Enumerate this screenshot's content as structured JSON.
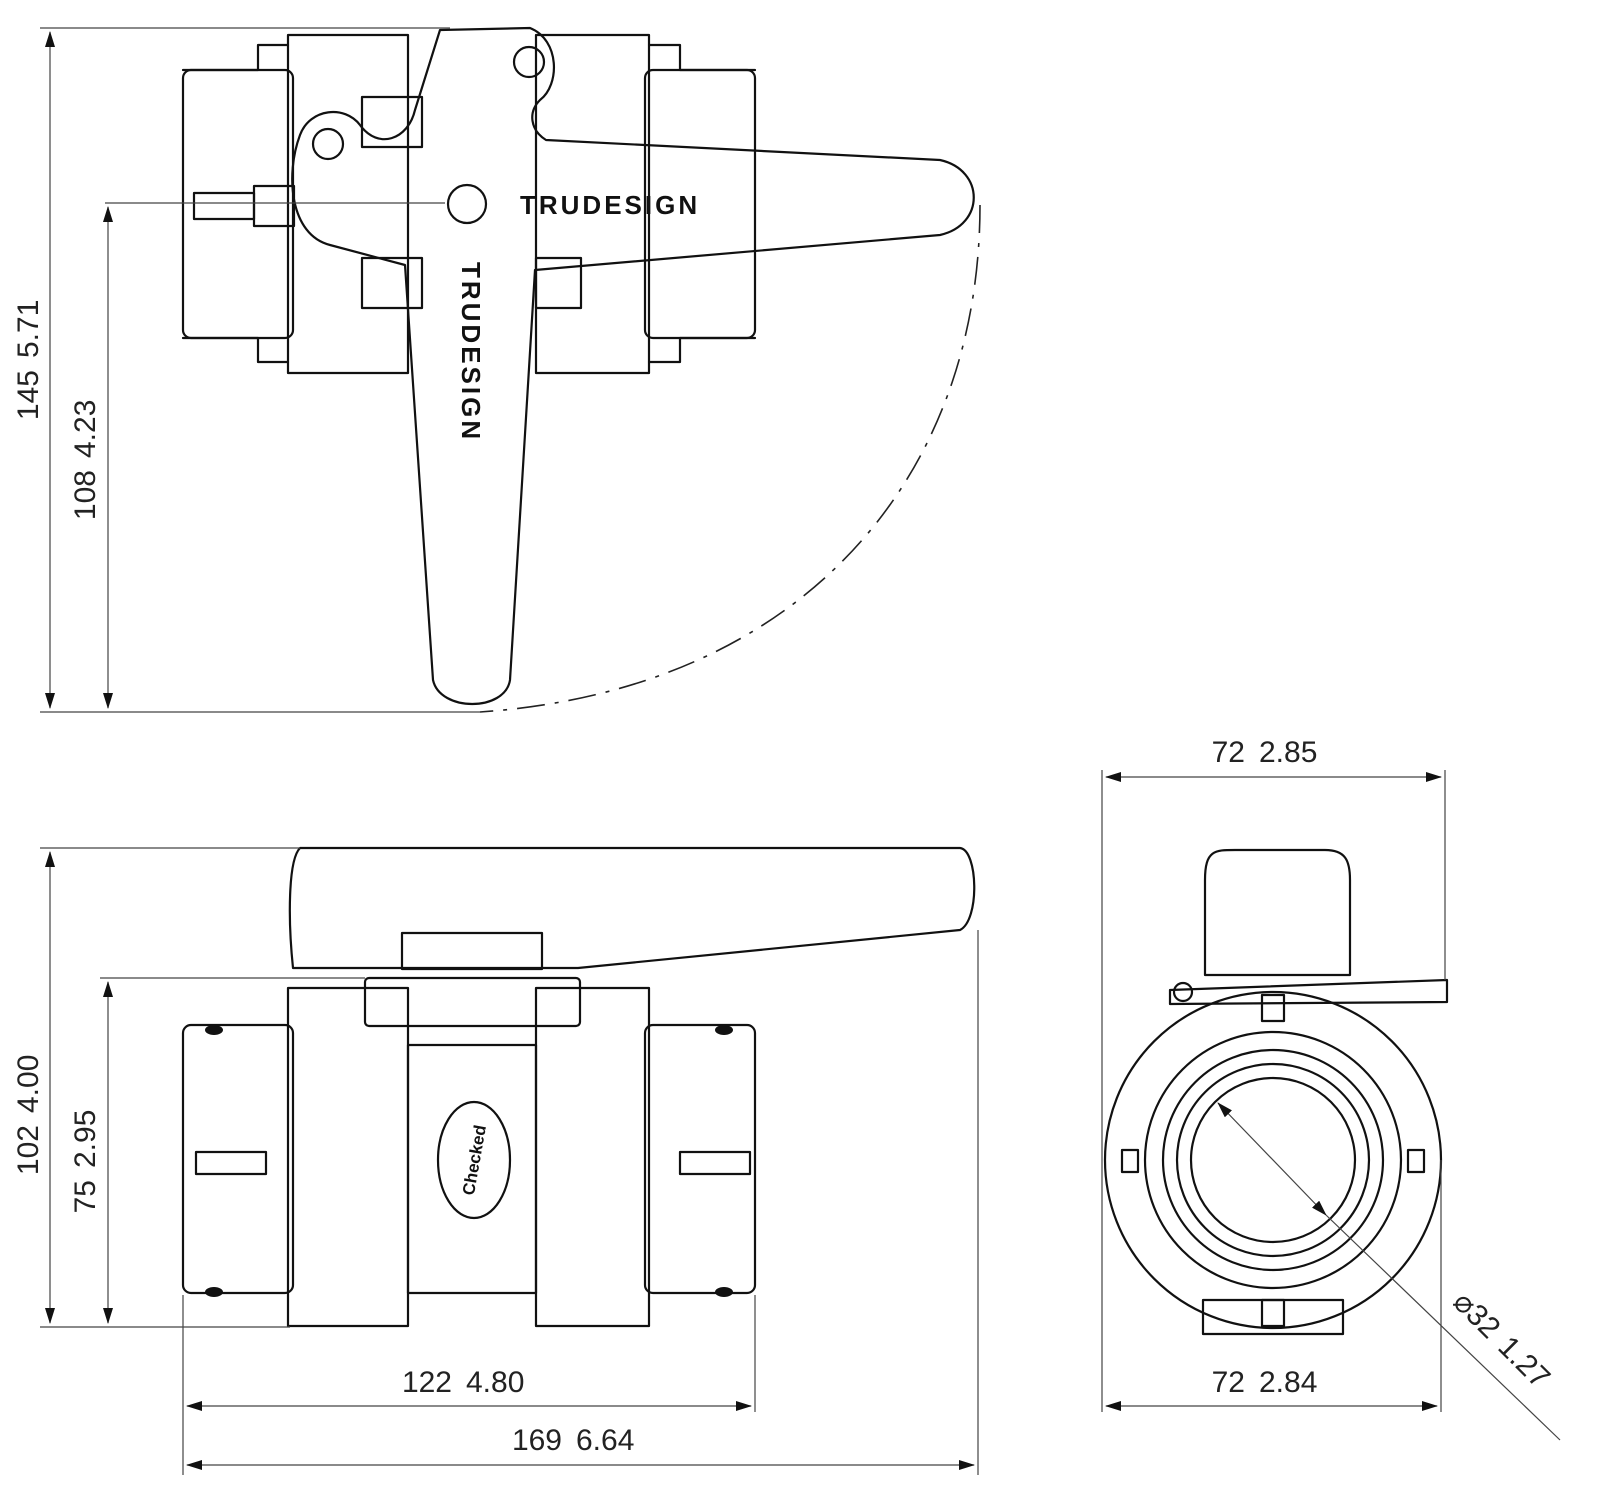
{
  "brand": "TRUDESIGN",
  "badge": "Checked",
  "dimensions": {
    "total_height": {
      "mm": "145",
      "in": "5.71"
    },
    "handle_axis_height": {
      "mm": "108",
      "in": "4.23"
    },
    "side_total_height": {
      "mm": "102",
      "in": "4.00"
    },
    "side_body_height": {
      "mm": "75",
      "in": "2.95"
    },
    "body_length": {
      "mm": "122",
      "in": "4.80"
    },
    "overall_length": {
      "mm": "169",
      "in": "6.64"
    },
    "end_top_width": {
      "mm": "72",
      "in": "2.85"
    },
    "end_bottom_width": {
      "mm": "72",
      "in": "2.84"
    },
    "bore_diameter": {
      "mm": "⌀32",
      "in": "1.27"
    }
  }
}
